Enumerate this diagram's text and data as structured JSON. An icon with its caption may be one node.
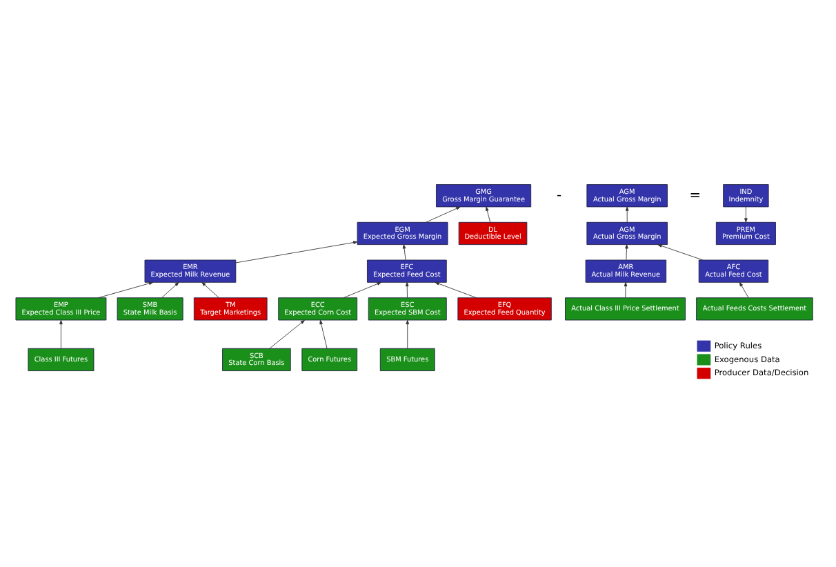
{
  "diagram": {
    "nodes": [
      {
        "text": [
          "GMG",
          "Gross Margin Guarantee"
        ]
      },
      {
        "text": [
          "AGM",
          "Actual Gross Margin"
        ]
      },
      {
        "text": [
          "IND",
          "Indemnity"
        ]
      },
      {
        "text": [
          "EGM",
          "Expected Gross Margin"
        ]
      },
      {
        "text": [
          "DL",
          "Deductible Level"
        ]
      },
      {
        "text": [
          "AGM",
          "Actual Gross Margin"
        ]
      },
      {
        "text": [
          "PREM",
          "Premium Cost"
        ]
      },
      {
        "text": [
          "EMR",
          "Expected Milk Revenue"
        ]
      },
      {
        "text": [
          "EFC",
          "Expected Feed Cost"
        ]
      },
      {
        "text": [
          "AMR",
          "Actual Milk Revenue"
        ]
      },
      {
        "text": [
          "AFC",
          "Actual Feed Cost"
        ]
      },
      {
        "text": [
          "EMP",
          "Expected Class III Price"
        ]
      },
      {
        "text": [
          "SMB",
          "State Milk Basis"
        ]
      },
      {
        "text": [
          "ECC",
          "Expected Corn Cost"
        ]
      },
      {
        "text": [
          "ESC",
          "Expected SBM Cost"
        ]
      },
      {
        "text": [
          "Actual Class III Price Settlement"
        ]
      },
      {
        "text": [
          "Actual Feeds Costs Settlement"
        ]
      },
      {
        "text": [
          "Class III Futures"
        ]
      },
      {
        "text": [
          "SCB",
          "State Corn Basis"
        ]
      },
      {
        "text": [
          "Corn Futures"
        ]
      },
      {
        "text": [
          "SBM Futures"
        ]
      },
      {
        "text": [
          "TM",
          "Target Marketings"
        ]
      },
      {
        "text": [
          "EFQ",
          "Expected Feed Quantity"
        ]
      }
    ],
    "edges": [
      {
        "from": 3,
        "to": 0,
        "arrow": "to"
      },
      {
        "from": 4,
        "to": 0,
        "arrow": "to"
      },
      {
        "from": 7,
        "to": 3,
        "arrow": "to"
      },
      {
        "from": 8,
        "to": 3,
        "arrow": "to"
      },
      {
        "from": 11,
        "to": 7,
        "arrow": "to"
      },
      {
        "from": 12,
        "to": 7,
        "arrow": "to"
      },
      {
        "from": 21,
        "to": 7,
        "arrow": "to"
      },
      {
        "from": 13,
        "to": 8,
        "arrow": "to"
      },
      {
        "from": 14,
        "to": 8,
        "arrow": "to"
      },
      {
        "from": 22,
        "to": 8,
        "arrow": "to"
      },
      {
        "from": 17,
        "to": 11,
        "arrow": "to"
      },
      {
        "from": 18,
        "to": 13,
        "arrow": "to"
      },
      {
        "from": 19,
        "to": 13,
        "arrow": "to"
      },
      {
        "from": 20,
        "to": 14,
        "arrow": "to"
      },
      {
        "from": 5,
        "to": 1,
        "arrow": "to"
      },
      {
        "from": 9,
        "to": 5,
        "arrow": "to"
      },
      {
        "from": 10,
        "to": 5,
        "arrow": "to"
      },
      {
        "from": 15,
        "to": 9,
        "arrow": "to"
      },
      {
        "from": 16,
        "to": 10,
        "arrow": "to"
      },
      {
        "from": 2,
        "to": 6,
        "arrow": "to"
      }
    ],
    "labels": [
      "-",
      "="
    ],
    "legend": [
      {
        "text": "Policy Rules",
        "color": "#3333aa"
      },
      {
        "text": "Exogenous Data",
        "color": "#1a8f1a"
      },
      {
        "text": "Producer Data/Decision",
        "color": "#d40000"
      }
    ]
  }
}
